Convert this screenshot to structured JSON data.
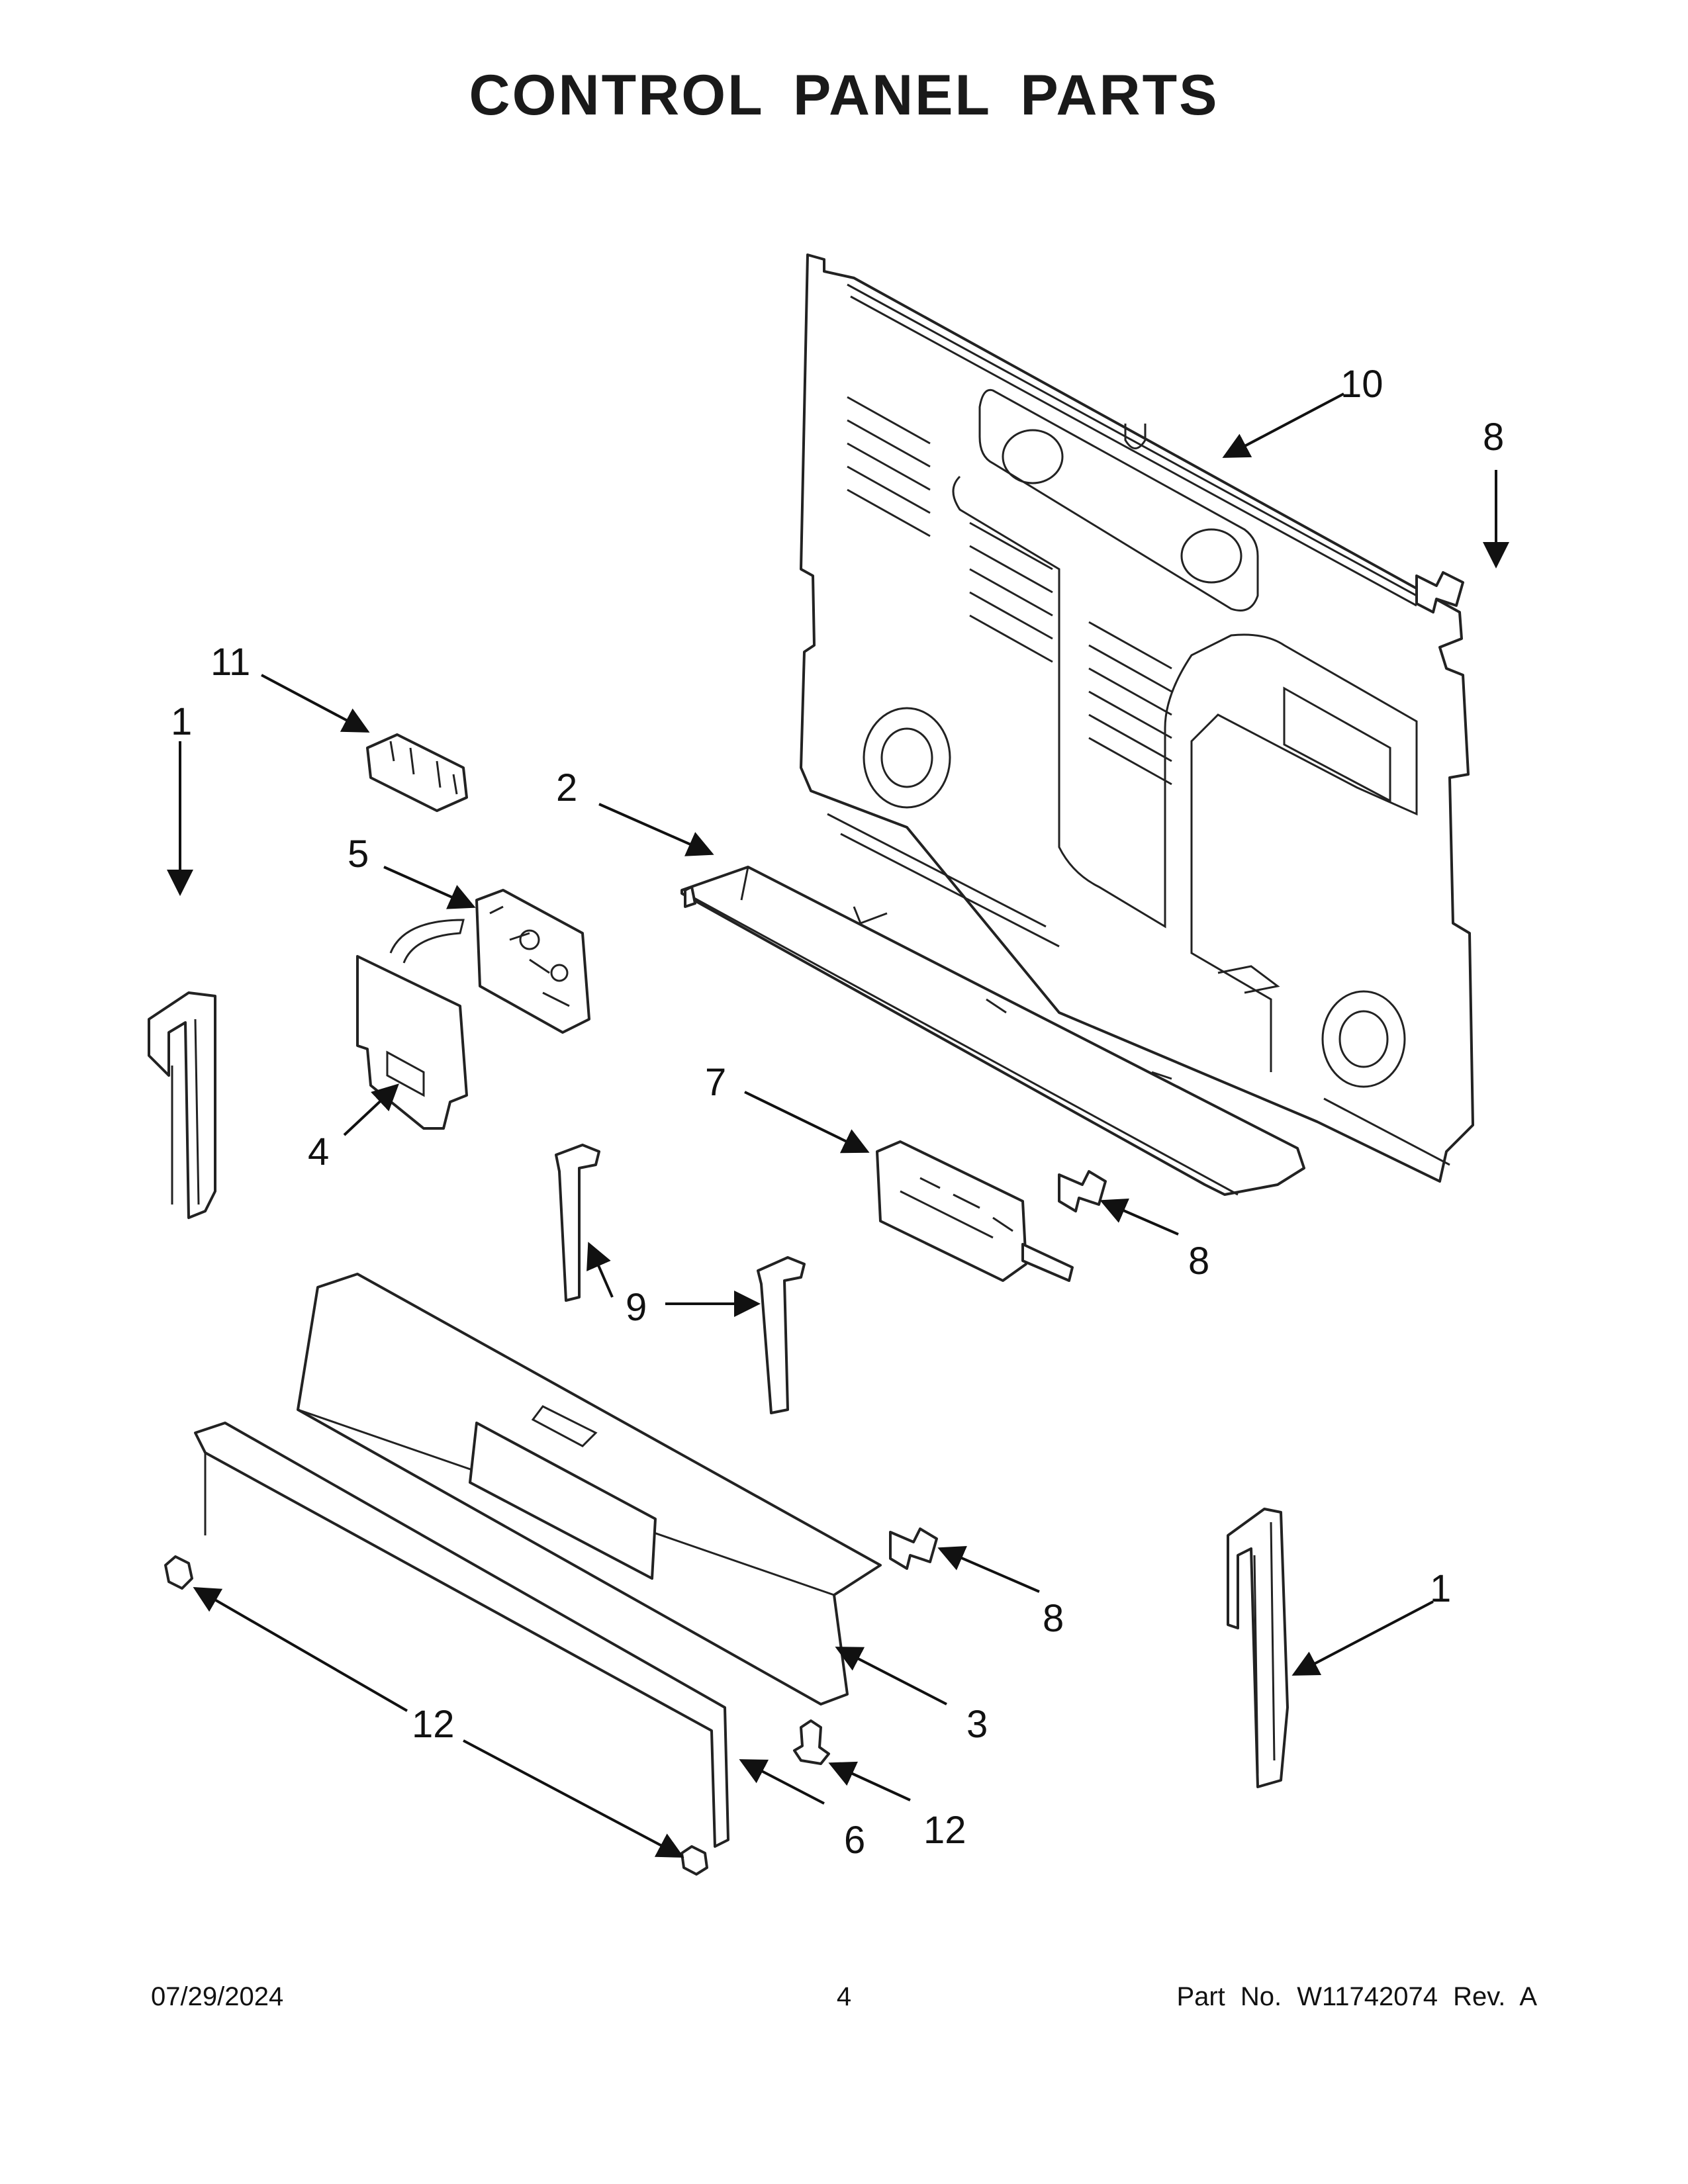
{
  "title": "CONTROL PANEL PARTS",
  "callouts": {
    "c1a": "1",
    "c1b": "1",
    "c2": "2",
    "c3": "3",
    "c4": "4",
    "c5": "5",
    "c6": "6",
    "c7": "7",
    "c8a": "8",
    "c8b": "8",
    "c8c": "8",
    "c9": "9",
    "c10": "10",
    "c11": "11",
    "c12a": "12",
    "c12b": "12"
  },
  "footer": {
    "date": "07/29/2024",
    "page": "4",
    "part": "Part No.  W11742074  Rev.  A"
  }
}
